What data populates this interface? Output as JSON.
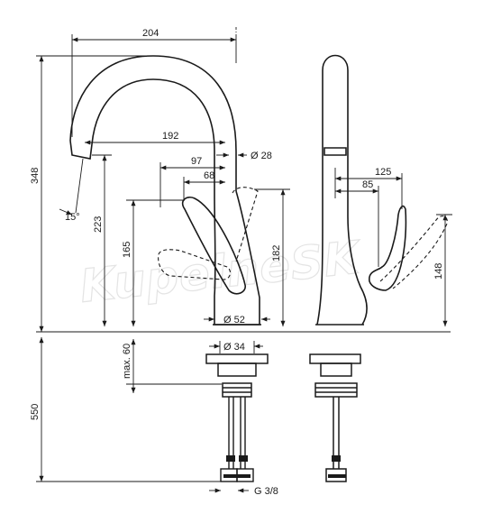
{
  "watermark": "KupelneSK",
  "dimensions": {
    "width_top": "204",
    "spout_reach": "192",
    "spout_dia": "Ø 28",
    "handle_97": "97",
    "handle_68": "68",
    "angle": "15°",
    "height_total": "348",
    "height_223": "223",
    "height_165": "165",
    "height_182": "182",
    "base_dia": "Ø 52",
    "hole_dia": "Ø 34",
    "max_thickness": "max. 60",
    "hose_length": "550",
    "thread": "G 3/8",
    "side_125": "125",
    "side_85": "85",
    "side_148": "148"
  }
}
